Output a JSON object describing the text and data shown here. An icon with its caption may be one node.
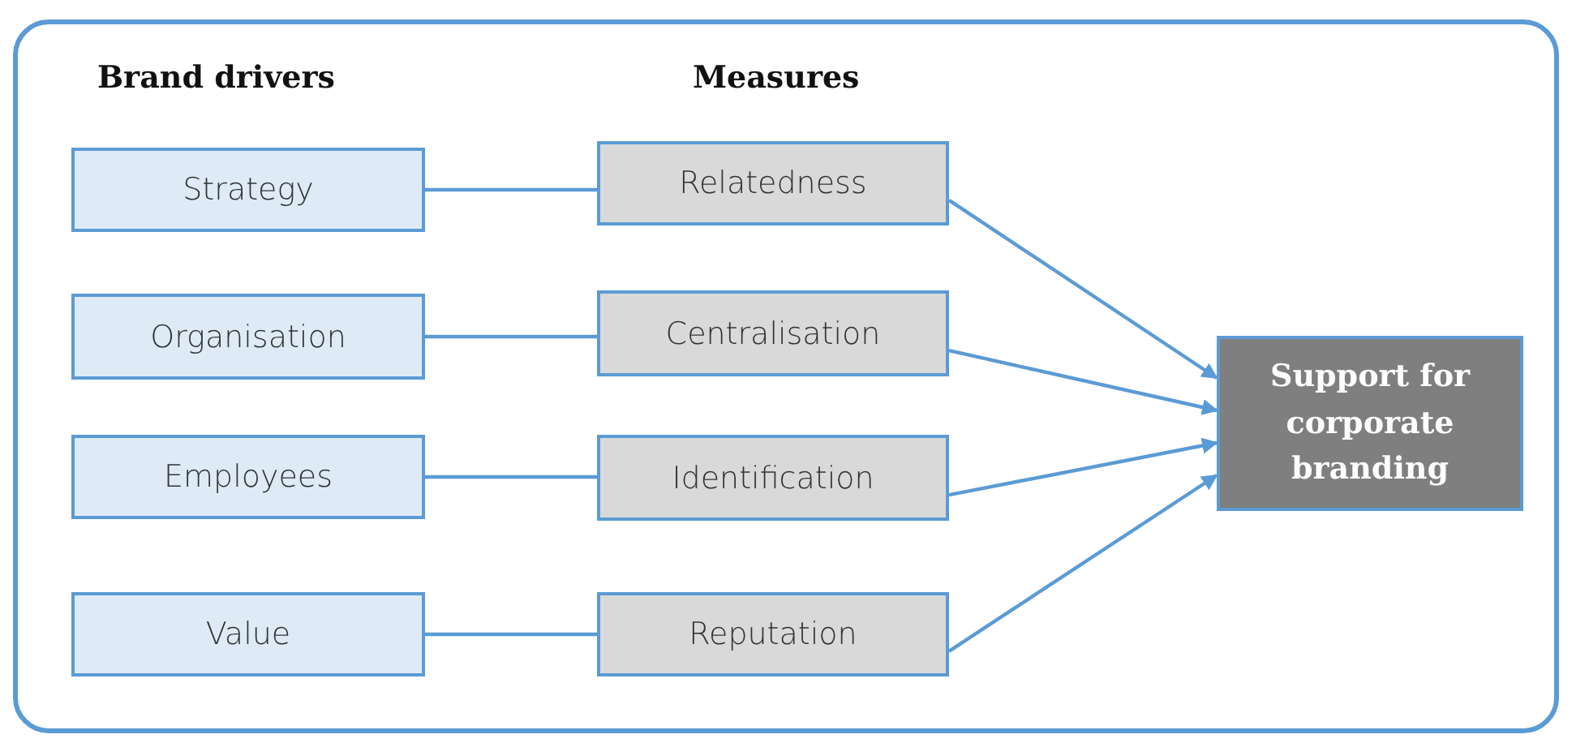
{
  "diagram": {
    "nodes": [
      {
        "text": [
          "Strategy"
        ]
      },
      {
        "text": [
          "Organisation"
        ]
      },
      {
        "text": [
          "Employees"
        ]
      },
      {
        "text": [
          "Value"
        ]
      },
      {
        "text": [
          "Relatedness"
        ]
      },
      {
        "text": [
          "Centralisation"
        ]
      },
      {
        "text": [
          "Identification"
        ]
      },
      {
        "text": [
          "Reputation"
        ]
      },
      {
        "text": [
          "Support for corporate branding"
        ]
      }
    ],
    "edges": [
      {
        "from": 0,
        "to": 4,
        "arrow": "none"
      },
      {
        "from": 1,
        "to": 5,
        "arrow": "none"
      },
      {
        "from": 2,
        "to": 6,
        "arrow": "none"
      },
      {
        "from": 3,
        "to": 7,
        "arrow": "none"
      },
      {
        "from": 4,
        "to": 8,
        "arrow": "to"
      },
      {
        "from": 5,
        "to": 8,
        "arrow": "to"
      },
      {
        "from": 6,
        "to": 8,
        "arrow": "to"
      },
      {
        "from": 7,
        "to": 8,
        "arrow": "to"
      }
    ],
    "labels": [
      "Brand drivers",
      "Measures"
    ]
  }
}
